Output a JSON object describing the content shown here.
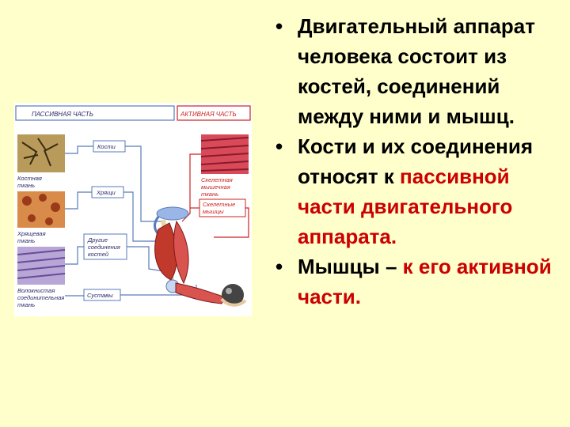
{
  "slide": {
    "bullets": [
      {
        "parts": [
          {
            "text": "Двигательный аппарат человека состоит из костей, соединений между ними и мышц.",
            "color": "black"
          }
        ]
      },
      {
        "parts": [
          {
            "text": "Кости и их соединения ",
            "color": "black"
          },
          {
            "text": "относят к ",
            "color": "black"
          },
          {
            "text": "пассивной части двигательного аппарата.",
            "color": "red"
          }
        ]
      },
      {
        "parts": [
          {
            "text": "Мышцы – ",
            "color": "black"
          },
          {
            "text": "к его активной части.",
            "color": "red"
          }
        ]
      }
    ]
  },
  "figure": {
    "header_passive": "ПАССИВНАЯ ЧАСТЬ",
    "header_active": "АКТИВНАЯ ЧАСТЬ",
    "labels": {
      "bones": "Кости",
      "cartilage": "Хрящи",
      "other_joints_1": "Другие",
      "other_joints_2": "соединения",
      "other_joints_3": "костей",
      "joints": "Суставы",
      "bone_tissue_1": "Костная",
      "bone_tissue_2": "ткань",
      "cartilage_tissue_1": "Хрящевая",
      "cartilage_tissue_2": "ткань",
      "fibrous_tissue_1": "Волокнистая",
      "fibrous_tissue_2": "соединительная",
      "fibrous_tissue_3": "ткань",
      "skeletal_tissue_1": "Скелетная",
      "skeletal_tissue_2": "мышечная",
      "skeletal_tissue_3": "ткань",
      "skeletal_muscles_1": "Скелетные",
      "skeletal_muscles_2": "мышцы"
    },
    "colors": {
      "passive": "#5a7ab8",
      "active": "#cc2222",
      "muscle": "#c0392b",
      "background": "#ffffcc"
    }
  }
}
